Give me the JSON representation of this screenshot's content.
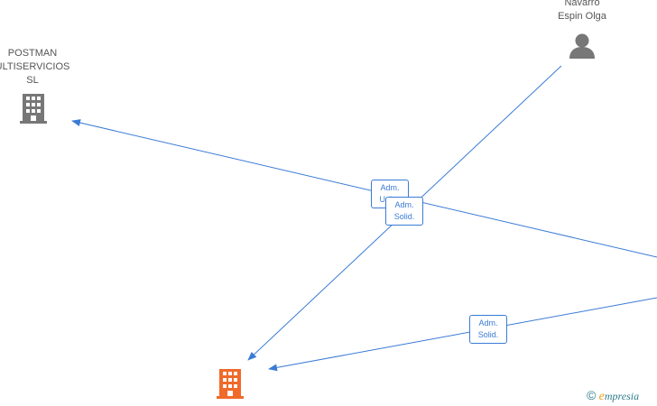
{
  "colors": {
    "edge": "#3a7bd5",
    "company": "#777777",
    "focus_company": "#f06a2a",
    "person": "#777777"
  },
  "nodes": {
    "postman": {
      "label": "POSTMAN\nULTISERVICIOS\nSL",
      "icon": "building-icon"
    },
    "navarro": {
      "label": "Navarro\nEspin Olga",
      "icon": "person-icon"
    },
    "focus": {
      "label": "",
      "icon": "building-icon"
    }
  },
  "edges": {
    "e1": {
      "label": "Adm.\nUnico"
    },
    "e2": {
      "label": "Adm.\nSolid."
    },
    "e3": {
      "label": "Adm.\nSolid."
    }
  },
  "footer": {
    "copyright_symbol": "©",
    "brand_first": "e",
    "brand_rest": "mpresia"
  }
}
